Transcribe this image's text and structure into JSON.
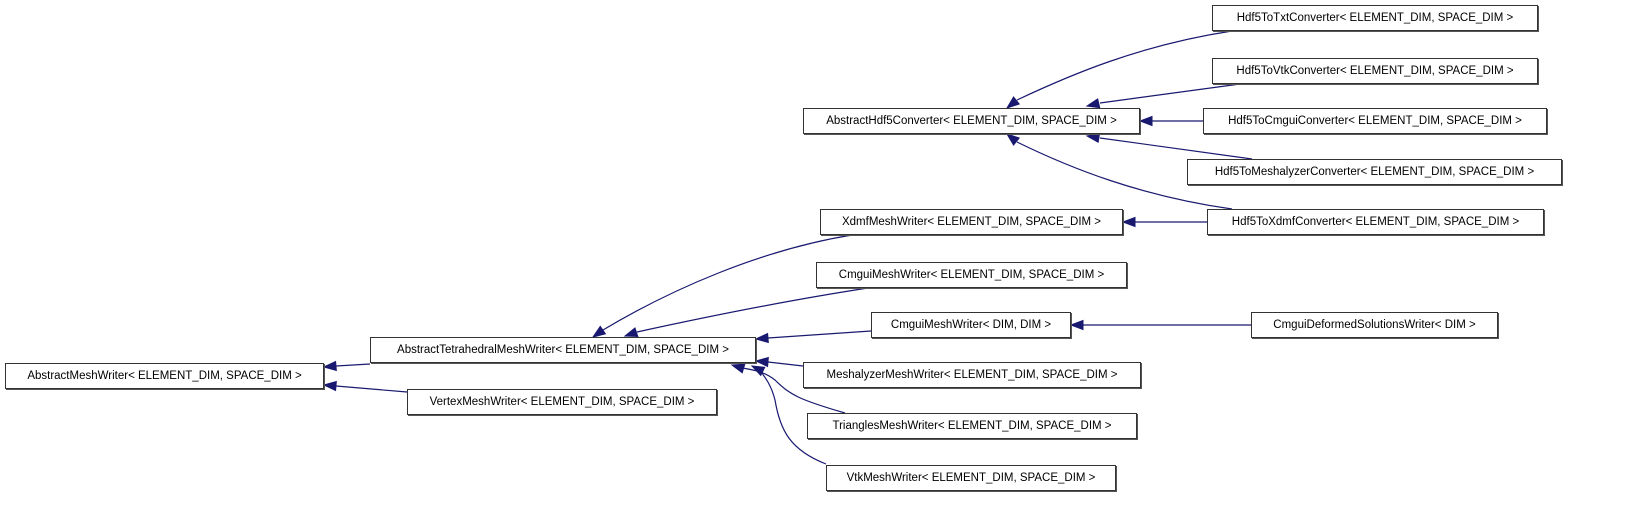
{
  "diagram": {
    "type": "inheritance-graph",
    "edge_color": "#191970",
    "nodes": [
      {
        "id": "amw",
        "label": "AbstractMeshWriter< ELEMENT_DIM, SPACE_DIM >"
      },
      {
        "id": "atmw",
        "label": "AbstractTetrahedralMeshWriter< ELEMENT_DIM, SPACE_DIM >"
      },
      {
        "id": "vmw",
        "label": "VertexMeshWriter< ELEMENT_DIM, SPACE_DIM >"
      },
      {
        "id": "ahc",
        "label": "AbstractHdf5Converter< ELEMENT_DIM, SPACE_DIM >"
      },
      {
        "id": "xmw",
        "label": "XdmfMeshWriter< ELEMENT_DIM, SPACE_DIM >"
      },
      {
        "id": "cmw",
        "label": "CmguiMeshWriter< ELEMENT_DIM, SPACE_DIM >"
      },
      {
        "id": "cmwd",
        "label": "CmguiMeshWriter< DIM, DIM >"
      },
      {
        "id": "mmw",
        "label": "MeshalyzerMeshWriter< ELEMENT_DIM, SPACE_DIM >"
      },
      {
        "id": "tmw",
        "label": "TrianglesMeshWriter< ELEMENT_DIM, SPACE_DIM >"
      },
      {
        "id": "vtkmw",
        "label": "VtkMeshWriter< ELEMENT_DIM, SPACE_DIM >"
      },
      {
        "id": "h2txt",
        "label": "Hdf5ToTxtConverter< ELEMENT_DIM, SPACE_DIM >"
      },
      {
        "id": "h2vtk",
        "label": "Hdf5ToVtkConverter< ELEMENT_DIM, SPACE_DIM >"
      },
      {
        "id": "h2cmg",
        "label": "Hdf5ToCmguiConverter< ELEMENT_DIM, SPACE_DIM >"
      },
      {
        "id": "h2mes",
        "label": "Hdf5ToMeshalyzerConverter< ELEMENT_DIM, SPACE_DIM >"
      },
      {
        "id": "h2xdm",
        "label": "Hdf5ToXdmfConverter< ELEMENT_DIM, SPACE_DIM >"
      },
      {
        "id": "cdsw",
        "label": "CmguiDeformedSolutionsWriter< DIM >"
      }
    ],
    "edges": [
      {
        "from": "atmw",
        "to": "amw"
      },
      {
        "from": "vmw",
        "to": "amw"
      },
      {
        "from": "xmw",
        "to": "atmw"
      },
      {
        "from": "cmw",
        "to": "atmw"
      },
      {
        "from": "cmwd",
        "to": "atmw"
      },
      {
        "from": "mmw",
        "to": "atmw"
      },
      {
        "from": "tmw",
        "to": "atmw"
      },
      {
        "from": "vtkmw",
        "to": "atmw"
      },
      {
        "from": "cdsw",
        "to": "cmwd"
      },
      {
        "from": "h2txt",
        "to": "ahc"
      },
      {
        "from": "h2vtk",
        "to": "ahc"
      },
      {
        "from": "h2cmg",
        "to": "ahc"
      },
      {
        "from": "h2mes",
        "to": "ahc"
      },
      {
        "from": "h2xdm",
        "to": "ahc"
      },
      {
        "from": "h2xdm",
        "to": "xmw"
      }
    ]
  }
}
